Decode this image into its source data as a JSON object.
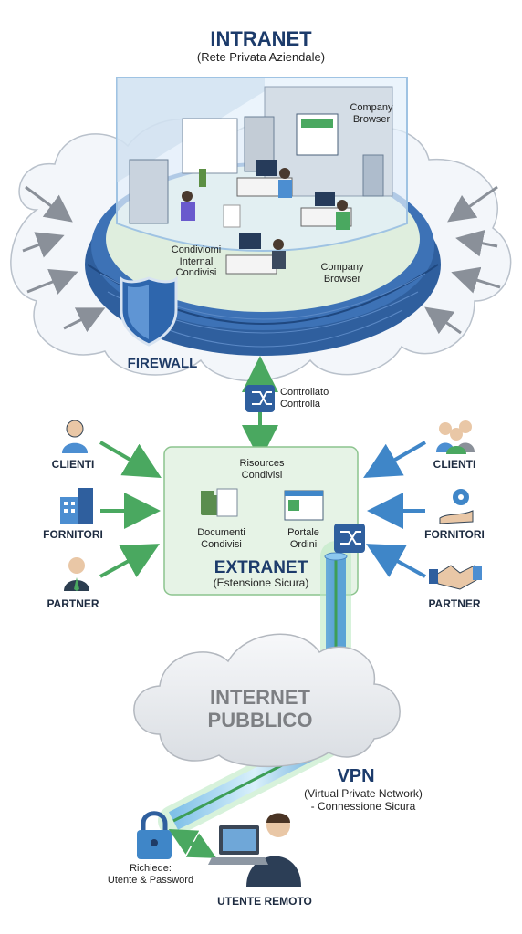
{
  "intranet": {
    "title": "INTRANET",
    "subtitle": "(Rete Privata Aziendale)",
    "browser_label_top": "Company\nBrowser",
    "browser_label_mid": "Company\nBrowser",
    "shared_label": "Condiviomi\nInternal\nCondivisi",
    "firewall": "FIREWALL"
  },
  "control": {
    "label": "Controllato\nControlla"
  },
  "extranet": {
    "title": "EXTRANET",
    "subtitle": "(Estensione Sicura)",
    "resources": "Risources\nCondivisi",
    "documents": "Documenti\nCondivisi",
    "portal": "Portale\nOrdini"
  },
  "left_actors": [
    {
      "label": "CLIENTI",
      "icon": "person-icon"
    },
    {
      "label": "FORNITORI",
      "icon": "building-icon"
    },
    {
      "label": "PARTNER",
      "icon": "businessman-icon"
    }
  ],
  "right_actors": [
    {
      "label": "CLIENTI",
      "icon": "group-icon"
    },
    {
      "label": "FORNITORI",
      "icon": "gear-hand-icon"
    },
    {
      "label": "PARTNER",
      "icon": "handshake-icon"
    }
  ],
  "internet": {
    "label": "INTERNET\nPUBBLICO"
  },
  "vpn": {
    "title": "VPN",
    "subtitle": "(Virtual Private Network)\n- Connessione Sicura"
  },
  "remote": {
    "auth": "Richiede:\nUtente & Password",
    "user": "UTENTE REMOTO"
  },
  "colors": {
    "green_arrow": "#4aa860",
    "blue_arrow": "#3f86c8",
    "wall": "#2f5f9e",
    "extranet_fill": "#e6f3e6"
  }
}
